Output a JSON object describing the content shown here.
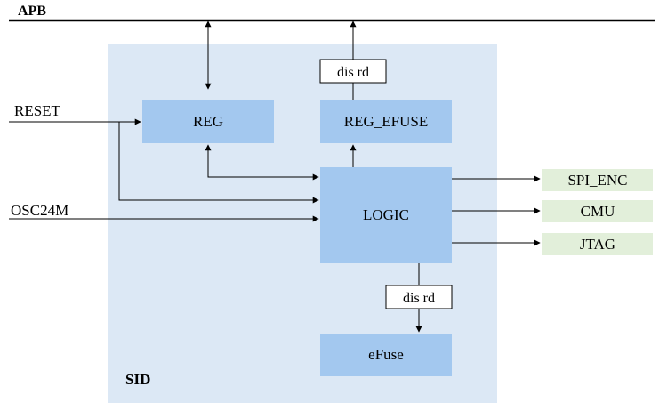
{
  "bus": {
    "label": "APB"
  },
  "container": {
    "label": "SID",
    "color": "#dce8f5"
  },
  "blocks": {
    "reg": {
      "label": "REG"
    },
    "reg_efuse": {
      "label": "REG_EFUSE"
    },
    "logic": {
      "label": "LOGIC"
    },
    "efuse": {
      "label": "eFuse"
    }
  },
  "tags": {
    "dis_rd_top": {
      "label": "dis rd"
    },
    "dis_rd_bottom": {
      "label": "dis rd"
    }
  },
  "inputs": {
    "reset": {
      "label": "RESET"
    },
    "osc24m": {
      "label": "OSC24M"
    }
  },
  "outputs": {
    "spi_enc": {
      "label": "SPI_ENC"
    },
    "cmu": {
      "label": "CMU"
    },
    "jtag": {
      "label": "JTAG"
    }
  },
  "colors": {
    "block_fill": "#a3c8ef",
    "output_fill": "#e2efda",
    "line": "#000000"
  }
}
